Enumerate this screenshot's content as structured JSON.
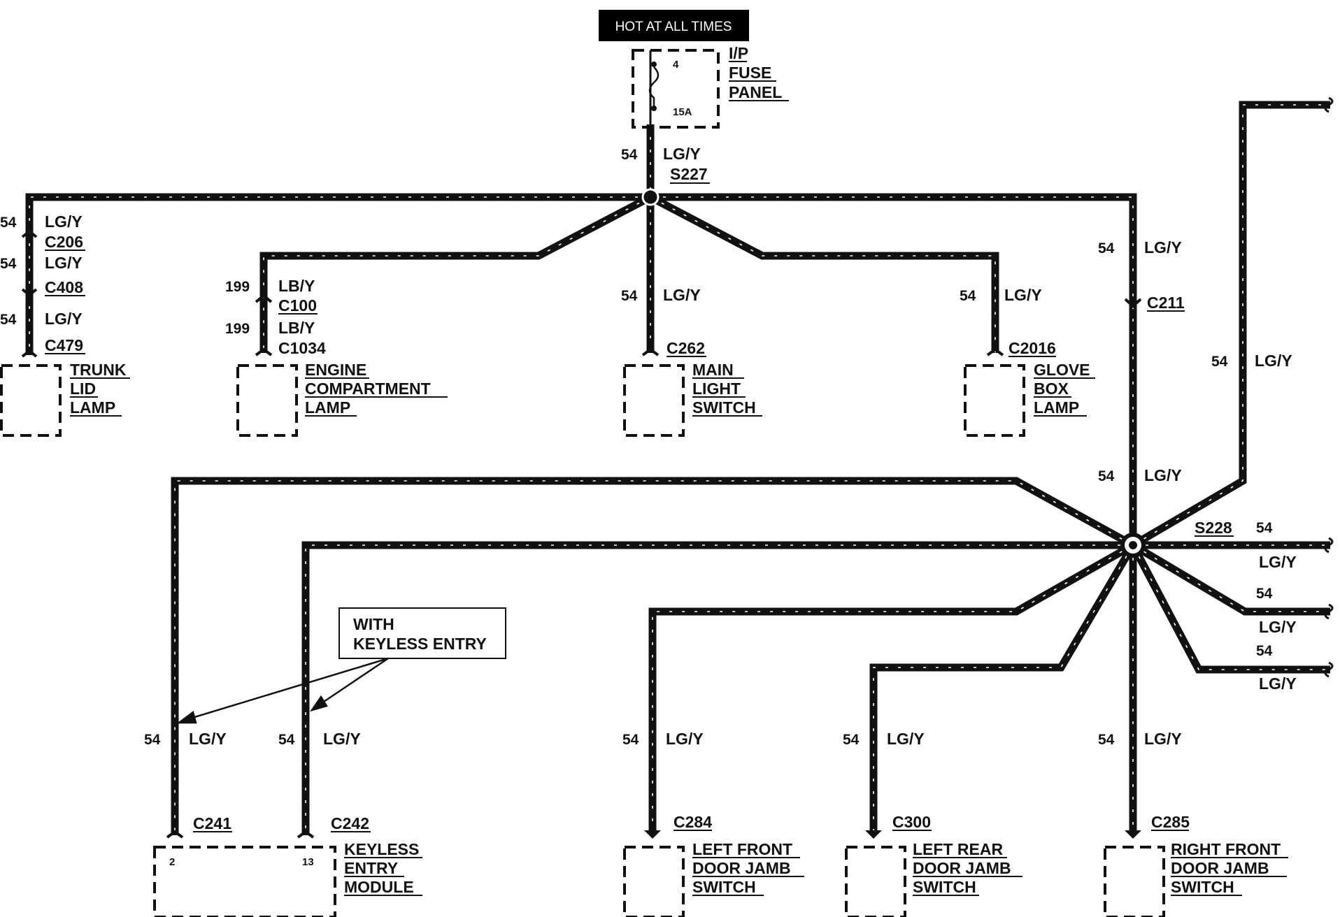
{
  "title": "HOT AT ALL TIMES",
  "fuse_panel": {
    "lines": [
      "I/P",
      "FUSE",
      "PANEL"
    ],
    "pin_top": "4",
    "rating": "15A"
  },
  "feed": {
    "circuit": "54",
    "color": "LG/Y",
    "splice": "S227"
  },
  "trunk_lid": {
    "c1": "54",
    "col1": "LG/Y",
    "conn1": "C206",
    "c2": "54",
    "col2": "LG/Y",
    "conn2": "C408",
    "c3": "54",
    "col3": "LG/Y",
    "conn3": "C479",
    "lines": [
      "TRUNK",
      "LID",
      "LAMP"
    ]
  },
  "engine_lamp": {
    "c1": "199",
    "col1": "LB/Y",
    "conn1": "C100",
    "c2": "199",
    "col2": "LB/Y",
    "conn2": "C1034",
    "lines": [
      "ENGINE",
      "COMPARTMENT",
      "LAMP"
    ]
  },
  "main_switch": {
    "circuit": "54",
    "color": "LG/Y",
    "conn": "C262",
    "lines": [
      "MAIN",
      "LIGHT",
      "SWITCH"
    ]
  },
  "glove_box": {
    "circuit": "54",
    "color": "LG/Y",
    "conn": "C2016",
    "lines": [
      "GLOVE",
      "BOX",
      "LAMP"
    ]
  },
  "right_branch": {
    "c1": "54",
    "col1": "LG/Y",
    "conn": "C211",
    "c2": "54",
    "col2": "LG/Y",
    "splice": "S228"
  },
  "top_right": {
    "circuit": "54",
    "color": "LG/Y"
  },
  "right_exits": [
    {
      "circuit": "54",
      "color": "LG/Y"
    },
    {
      "circuit": "54",
      "color": "LG/Y"
    },
    {
      "circuit": "54",
      "color": "LG/Y"
    }
  ],
  "keyless_note": [
    "WITH",
    "KEYLESS ENTRY"
  ],
  "keyless": {
    "c1": "54",
    "col1": "LG/Y",
    "conn1": "C241",
    "pin1": "2",
    "c2": "54",
    "col2": "LG/Y",
    "conn2": "C242",
    "pin2": "13",
    "lines": [
      "KEYLESS",
      "ENTRY",
      "MODULE"
    ]
  },
  "left_front": {
    "circuit": "54",
    "color": "LG/Y",
    "conn": "C284",
    "lines": [
      "LEFT FRONT",
      "DOOR JAMB",
      "SWITCH"
    ]
  },
  "left_rear": {
    "circuit": "54",
    "color": "LG/Y",
    "conn": "C300",
    "lines": [
      "LEFT REAR",
      "DOOR JAMB",
      "SWITCH"
    ]
  },
  "right_front": {
    "circuit": "54",
    "color": "LG/Y",
    "conn": "C285",
    "lines": [
      "RIGHT FRONT",
      "DOOR JAMB",
      "SWITCH"
    ]
  }
}
